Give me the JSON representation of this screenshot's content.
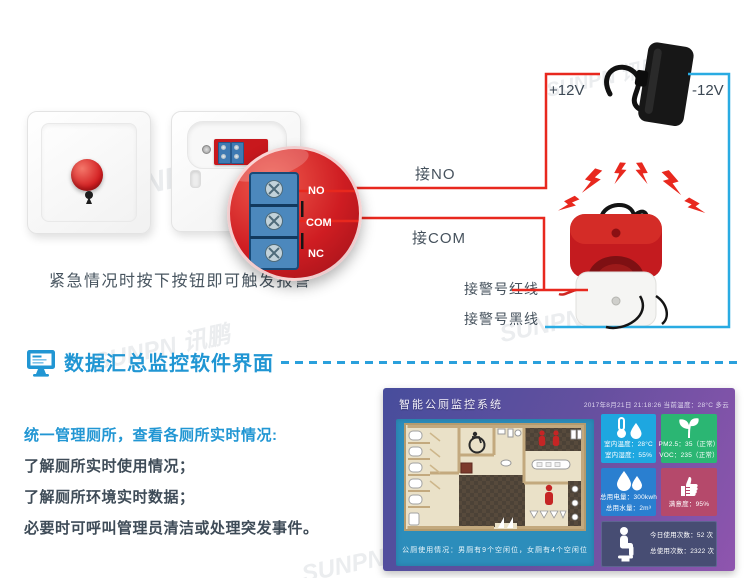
{
  "watermark": "SUNPN 讯鹏",
  "diagram": {
    "caption": "紧急情况时按下按钮即可触发报警",
    "terminals": [
      "NO",
      "COM",
      "NC"
    ],
    "wire_labels": {
      "no": "接NO",
      "com": "接COM",
      "alarm_red": "接警号红线",
      "alarm_black": "接警号黑线"
    },
    "power_labels": {
      "positive": "+12V",
      "negative": "-12V"
    },
    "colors": {
      "wire_red": "#e8281e",
      "wire_blue": "#29abe2"
    }
  },
  "section_header": {
    "title": "数据汇总监控软件界面",
    "accent": "#2196d3"
  },
  "description": {
    "headline": "统一管理厕所，查看各厕所实时情况:",
    "lines": [
      "了解厕所实时使用情况；",
      "了解厕所环境实时数据；",
      "必要时可呼叫管理员清洁或处理突发事件。"
    ]
  },
  "software": {
    "title": "智能公厕监控系统",
    "status_bar": "2017年8月21日  21:18:26  当前温度：28°C  多云",
    "floor_caption": "公厕使用情况：男厕有9个空闲位，女厕有4个空闲位",
    "tiles": [
      {
        "id": "indoor-climate",
        "color": "#1ea7e0",
        "line1": "室内温度：28°C",
        "line2": "室内湿度：55%"
      },
      {
        "id": "air-quality",
        "color": "#2bb673",
        "line1": "PM2.5：35（正常）",
        "line2": "VOC：235（正常）"
      },
      {
        "id": "consumption",
        "color": "#2a7fd0",
        "line1": "总用电量：300kwh",
        "line2": "总用水量：2m³"
      },
      {
        "id": "satisfaction",
        "color": "#b5496b",
        "line1": "满意度：95%"
      },
      {
        "id": "usage-count",
        "color": "#474d73",
        "line1": "今日使用次数：52 次",
        "line2": "总使用次数：2322 次"
      }
    ]
  }
}
